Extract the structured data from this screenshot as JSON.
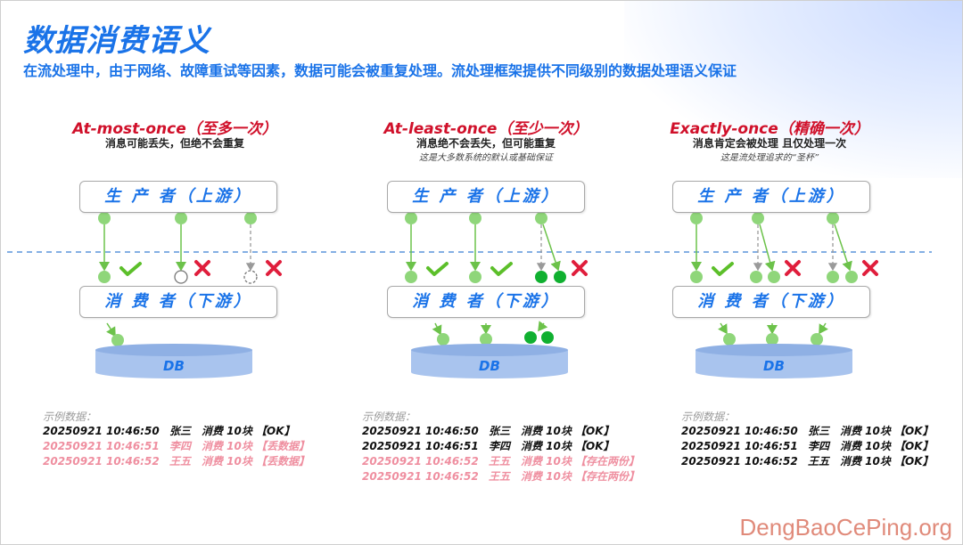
{
  "page": {
    "title": "数据消费语义",
    "subtitle": "在流处理中，由于网络、故障重试等因素，数据可能会被重复处理。流处理框架提供不同级别的数据处理语义保证"
  },
  "columns": [
    {
      "title": "At-most-once（至多一次）",
      "desc": "消息可能丢失，但绝不会重复",
      "note": "",
      "producer": "生 产 者（上游）",
      "consumer": "消 费 者（下游）",
      "db": "DB",
      "samples_head": "示例数据：",
      "rows": [
        {
          "ts": "20250921 10:46:50",
          "name": "张三",
          "text": "消费 10块 【OK】",
          "status": "ok"
        },
        {
          "ts": "20250921 10:46:51",
          "name": "李四",
          "text": "消费 10块 【丢数据】",
          "status": "bad"
        },
        {
          "ts": "20250921 10:46:52",
          "name": "王五",
          "text": "消费 10块 【丢数据】",
          "status": "bad"
        }
      ]
    },
    {
      "title": "At-least-once（至少一次）",
      "desc": "消息绝不会丢失，但可能重复",
      "note": "这是大多数系统的默认或基础保证",
      "producer": "生 产 者（上游）",
      "consumer": "消 费 者（下游）",
      "db": "DB",
      "samples_head": "示例数据：",
      "rows": [
        {
          "ts": "20250921 10:46:50",
          "name": "张三",
          "text": "消费 10块 【OK】",
          "status": "ok"
        },
        {
          "ts": "20250921 10:46:51",
          "name": "李四",
          "text": "消费 10块 【OK】",
          "status": "ok"
        },
        {
          "ts": "20250921 10:46:52",
          "name": "王五",
          "text": "消费 10块 【存在两份】",
          "status": "bad"
        },
        {
          "ts": "20250921 10:46:52",
          "name": "王五",
          "text": "消费 10块 【存在两份】",
          "status": "bad"
        }
      ]
    },
    {
      "title": "Exactly-once（精确一次）",
      "desc": "消息肯定会被处理 且仅处理一次",
      "note": "这是流处理追求的“圣杯”",
      "producer": "生 产 者（上游）",
      "consumer": "消 费 者（下游）",
      "db": "DB",
      "samples_head": "示例数据：",
      "rows": [
        {
          "ts": "20250921 10:46:50",
          "name": "张三",
          "text": "消费 10块 【OK】",
          "status": "ok"
        },
        {
          "ts": "20250921 10:46:51",
          "name": "李四",
          "text": "消费 10块 【OK】",
          "status": "ok"
        },
        {
          "ts": "20250921 10:46:52",
          "name": "王五",
          "text": "消费 10块 【OK】",
          "status": "ok"
        }
      ]
    }
  ],
  "watermark": "DengBaoCePing.org",
  "colors": {
    "accent": "#1a73e8",
    "title_red": "#d0102a",
    "node_green": "#8fd67a",
    "node_dark_green": "#10b030",
    "check_green": "#5cbf2a",
    "cross_red": "#e01e3c",
    "bad_row": "#ef8fa0",
    "db_fill": "#a9c4ee"
  }
}
